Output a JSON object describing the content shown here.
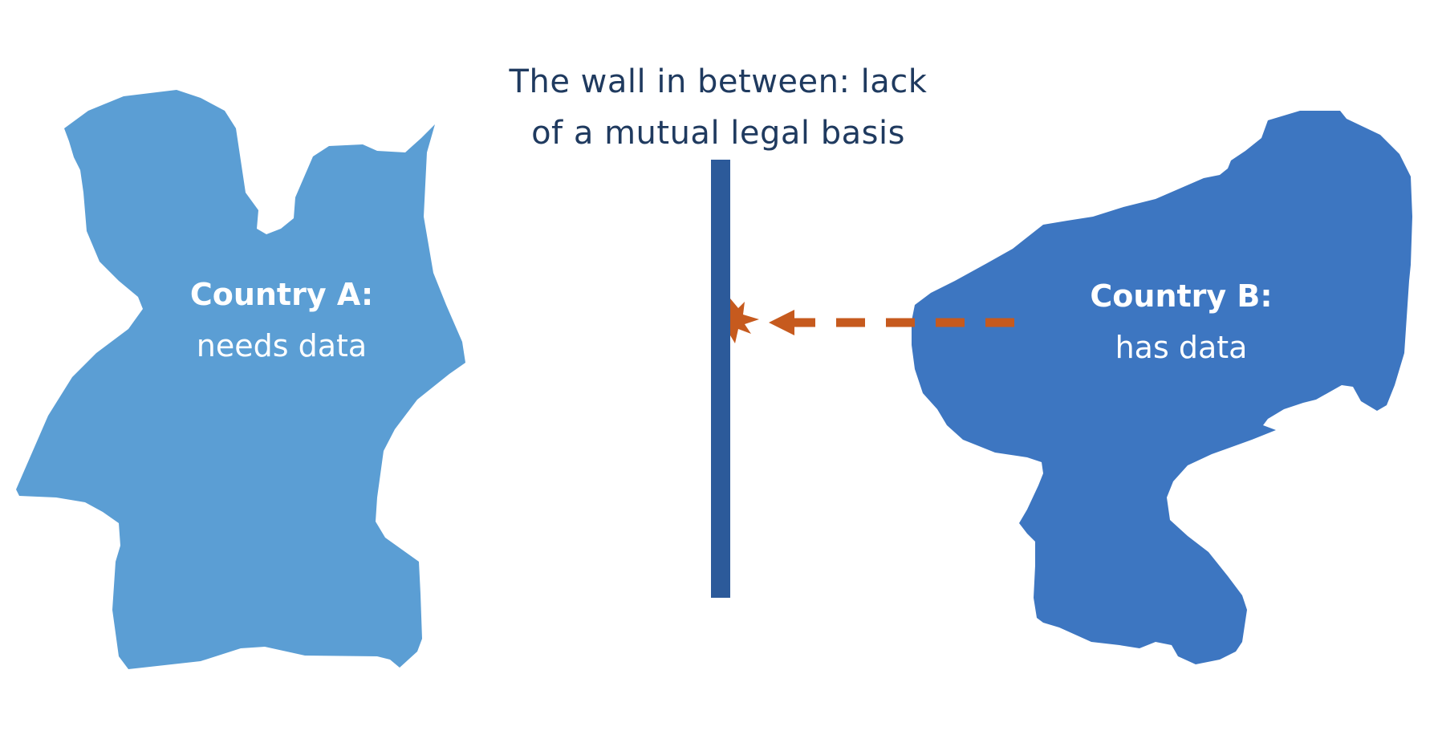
{
  "title": {
    "line1": "The wall in between: lack",
    "line2": "of a mutual legal basis"
  },
  "country_a": {
    "name": "Country A:",
    "status": "needs data"
  },
  "country_b": {
    "name": "Country B:",
    "status": "has data"
  },
  "colors": {
    "country_a_fill": "#5b9ed4",
    "country_b_fill": "#3d76c1",
    "wall": "#2c5a9a",
    "arrow": "#c65a1e",
    "title_text": "#1f3a5f"
  },
  "icons": {
    "arrow": "dashed-arrow-left-icon",
    "impact": "impact-burst-icon"
  }
}
